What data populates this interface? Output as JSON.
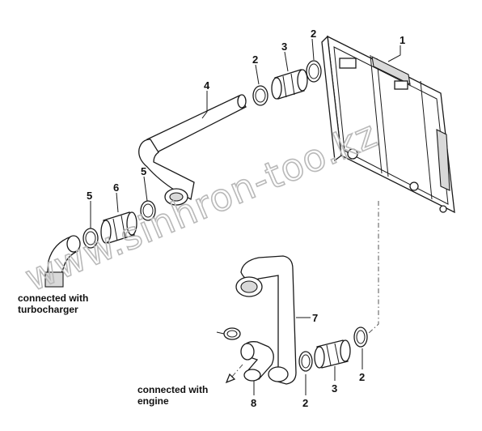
{
  "watermark": "www.sinhron-too.kz",
  "callouts": {
    "radiator": "1",
    "clamp_top_right": "2",
    "clamp_top_left": "2",
    "sleeve_top": "3",
    "pipe_upper": "4",
    "clamp_mid": "5",
    "clamp_left": "5",
    "sleeve_left": "6",
    "pipe_lower": "7",
    "elbow_bottom": "8",
    "clamp_bottom_mid": "2",
    "sleeve_bottom": "3",
    "clamp_bottom_right": "2"
  },
  "captions": {
    "turbo_line1": "connected with",
    "turbo_line2": "turbocharger",
    "engine_line1": "connected with",
    "engine_line2": "engine"
  }
}
